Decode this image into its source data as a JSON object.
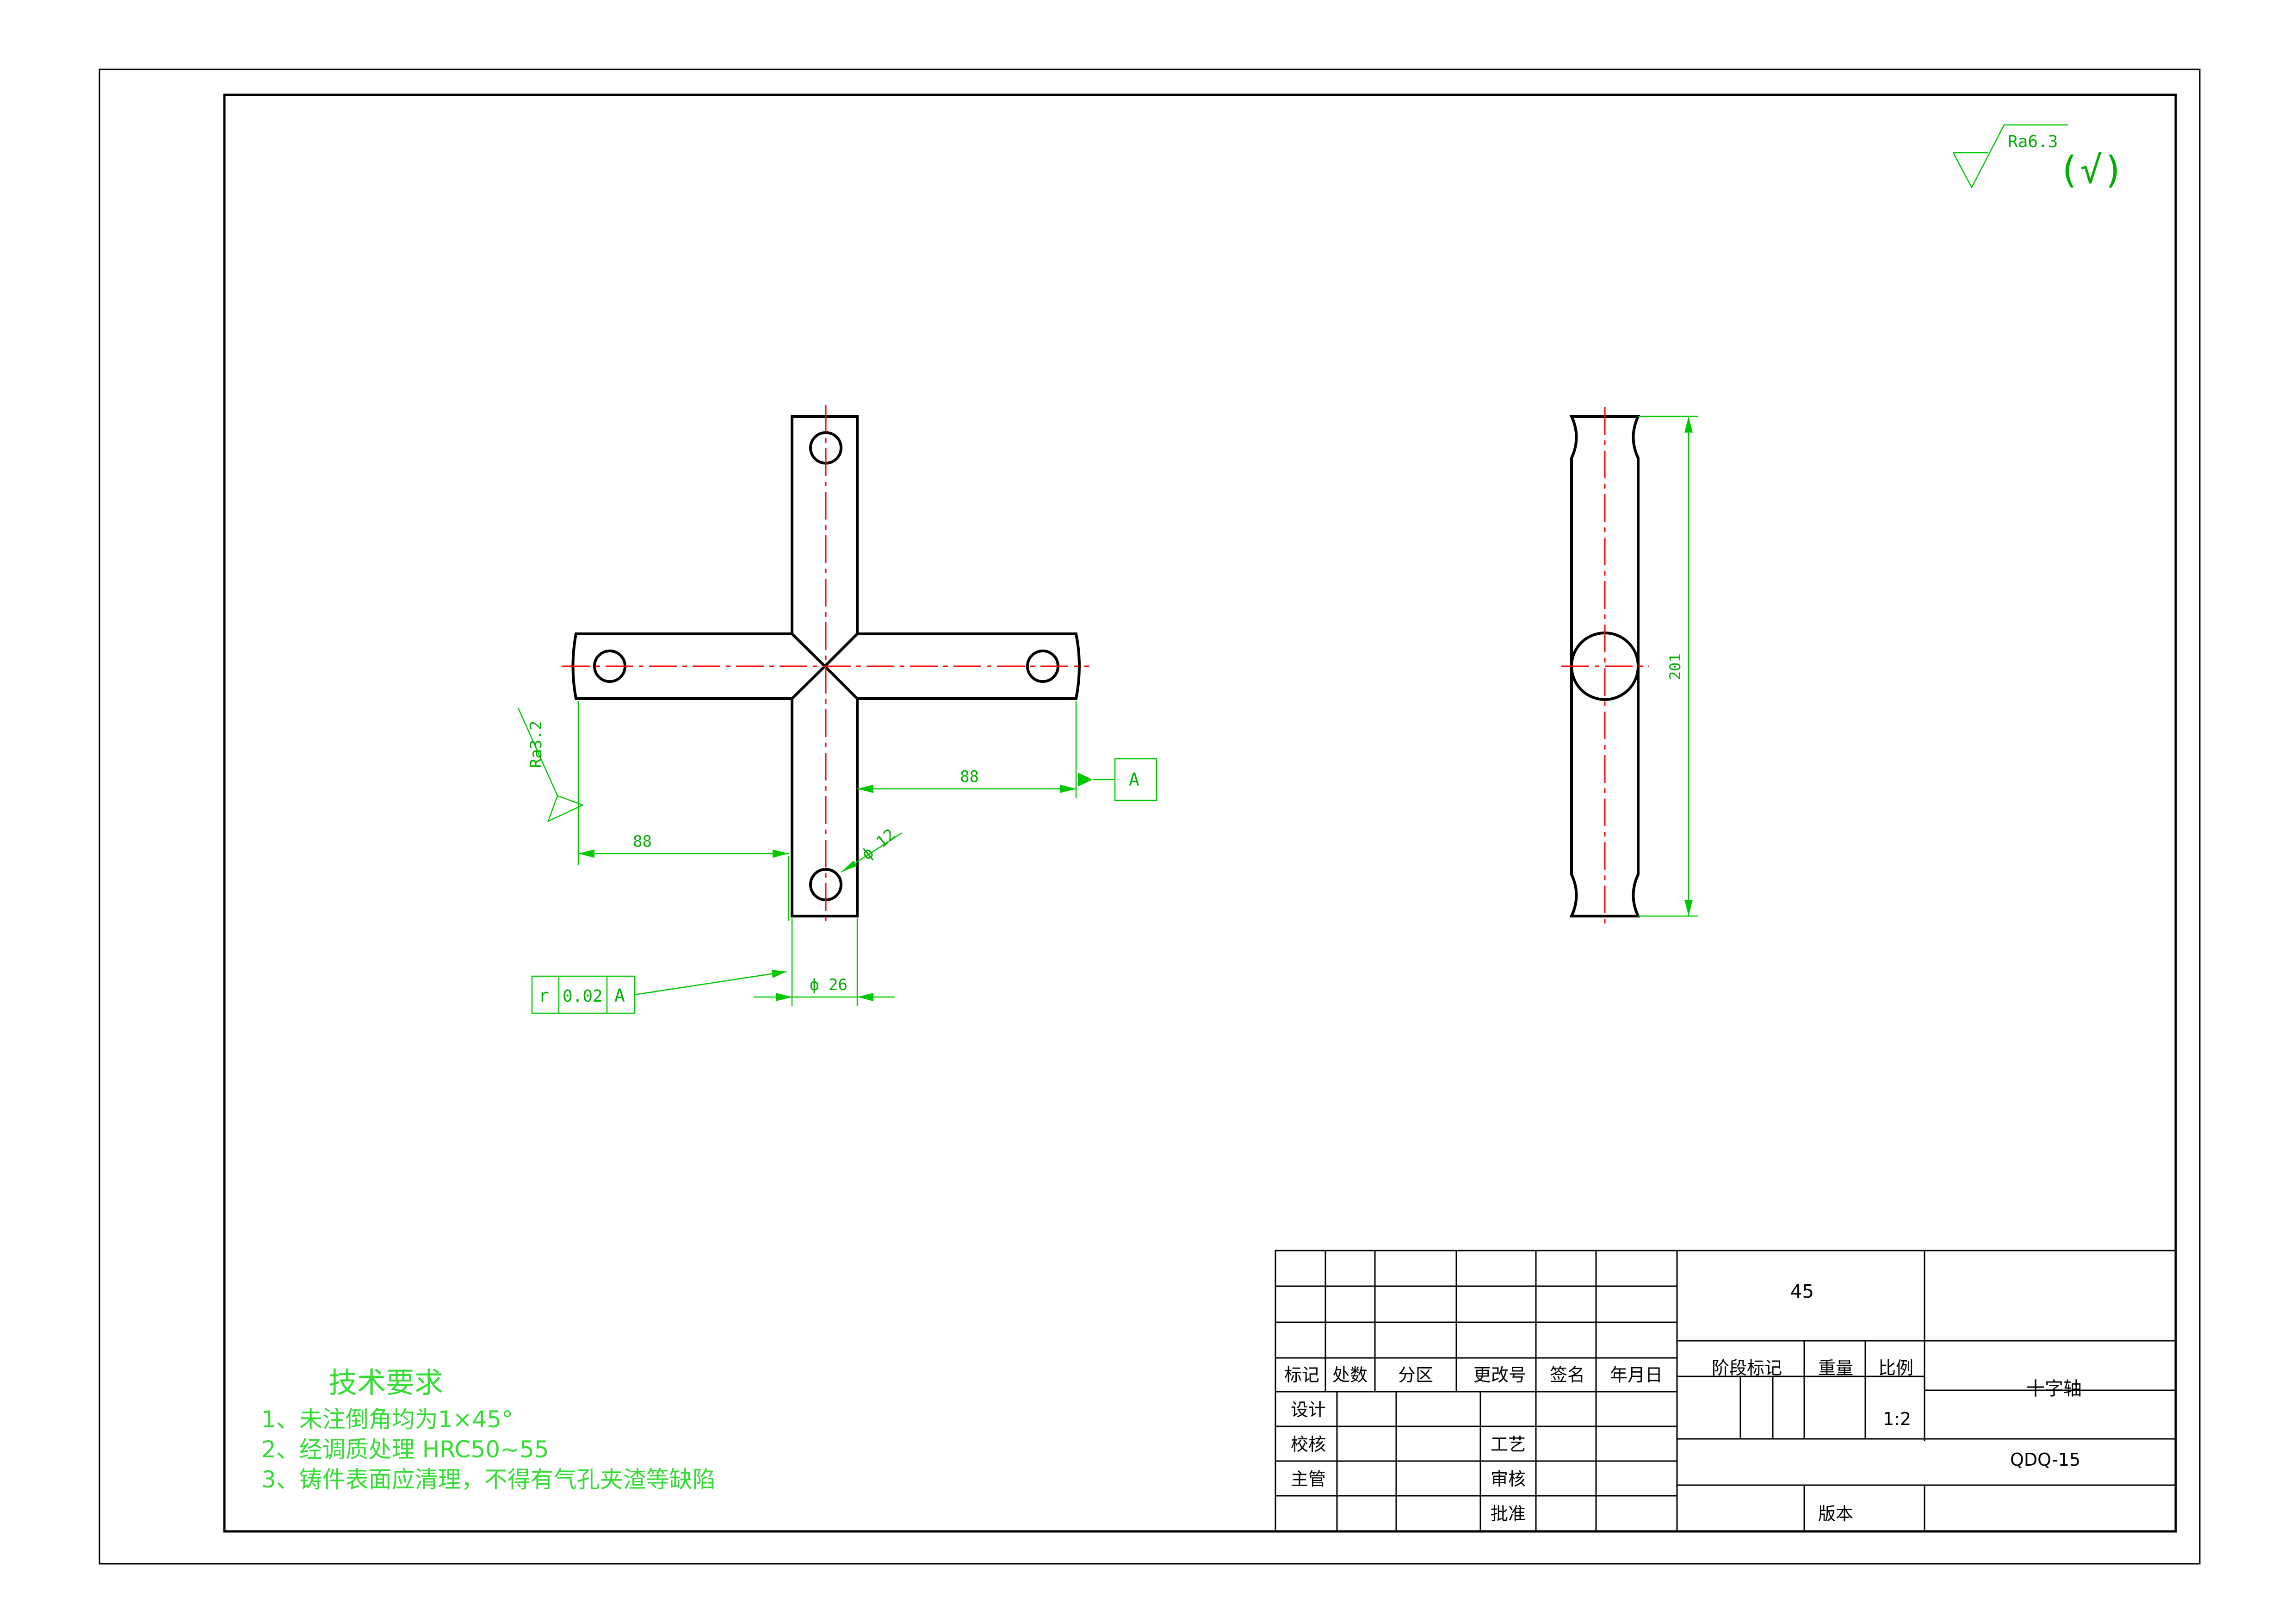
{
  "surface_symbol": {
    "label": "Ra6.3",
    "bracket": "(√)"
  },
  "front_view": {
    "surface_note": "Ra3.2",
    "dim_left": "88",
    "dim_right": "88",
    "hole": "ф 12",
    "arm_diameter": "ф 26",
    "datum": "A",
    "tolerance": {
      "symbol": "r",
      "value": "0.02",
      "datum": "A"
    }
  },
  "side_view": {
    "length": "201"
  },
  "tech_requirements": {
    "title": "技术要求",
    "items": [
      "1、未注倒角均为1×45°",
      "2、经调质处理 HRC50~55",
      "3、铸件表面应清理，不得有气孔夹渣等缺陷"
    ]
  },
  "title_block": {
    "material": "45",
    "part_name": "十字轴",
    "drawing_no": "QDQ-15",
    "scale": "1:2",
    "headers": {
      "mark": "标记",
      "count": "处数",
      "zone": "分区",
      "change_no": "更改号",
      "signature": "签名",
      "date": "年月日",
      "stage_mark": "阶段标记",
      "weight": "重量",
      "scale_label": "比例",
      "version": "版本"
    },
    "rows": {
      "design": "设计",
      "check": "校核",
      "supervisor": "主管",
      "process": "工艺",
      "review": "审核",
      "approve": "批准"
    }
  },
  "colors": {
    "dimension": "#00c800",
    "centerline": "#ff0000",
    "outline": "#000000"
  }
}
